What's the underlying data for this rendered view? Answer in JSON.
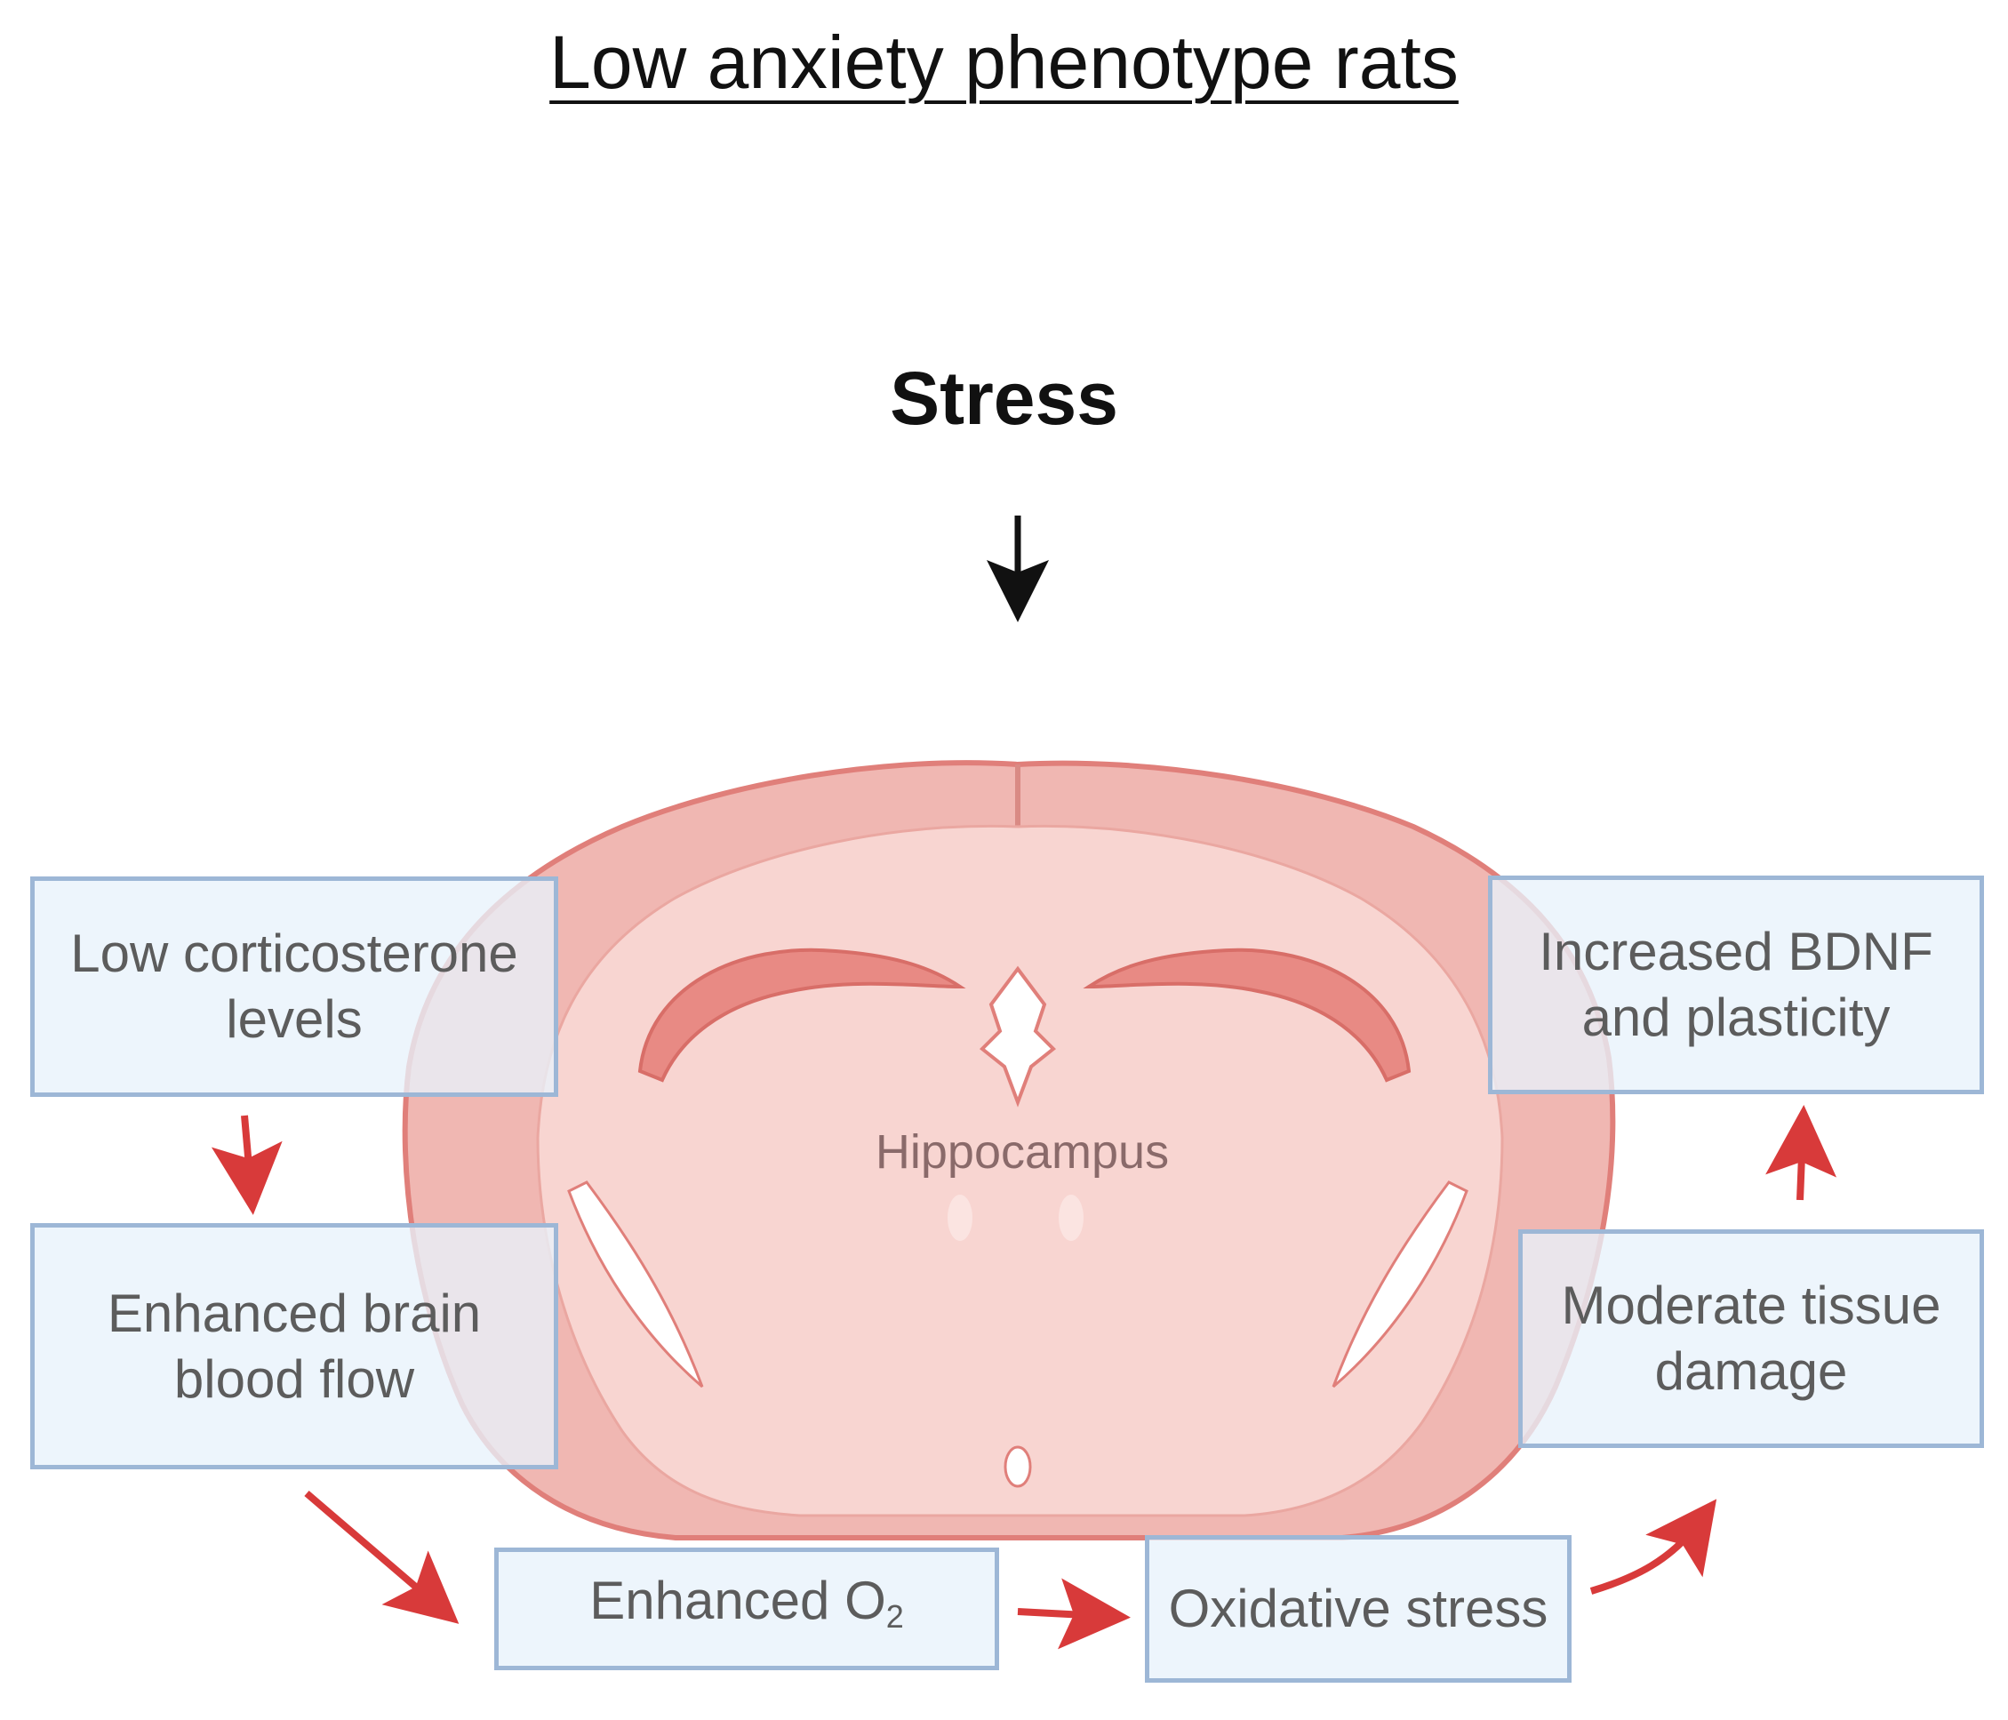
{
  "title": "Low anxiety phenotype rats",
  "stimulus": "Stress",
  "brain_region_label": "Hippocampus",
  "boxes": {
    "low_corticosterone": "Low corticosterone levels",
    "blood_flow": "Enhanced brain blood flow",
    "o2_prefix": "Enhanced O",
    "o2_subscript": "2",
    "oxidative_stress": "Oxidative stress",
    "tissue_damage": "Moderate tissue damage",
    "bdnf": "Increased BDNF and plasticity"
  },
  "colors": {
    "brain_outer": "#f0b7b2",
    "brain_inner": "#f8d5d1",
    "brain_stroke": "#e07f7a",
    "arrow_red": "#d83a3a",
    "arrow_black": "#111111",
    "box_border": "#9db7d6",
    "box_fill": "#e8f2fb"
  }
}
